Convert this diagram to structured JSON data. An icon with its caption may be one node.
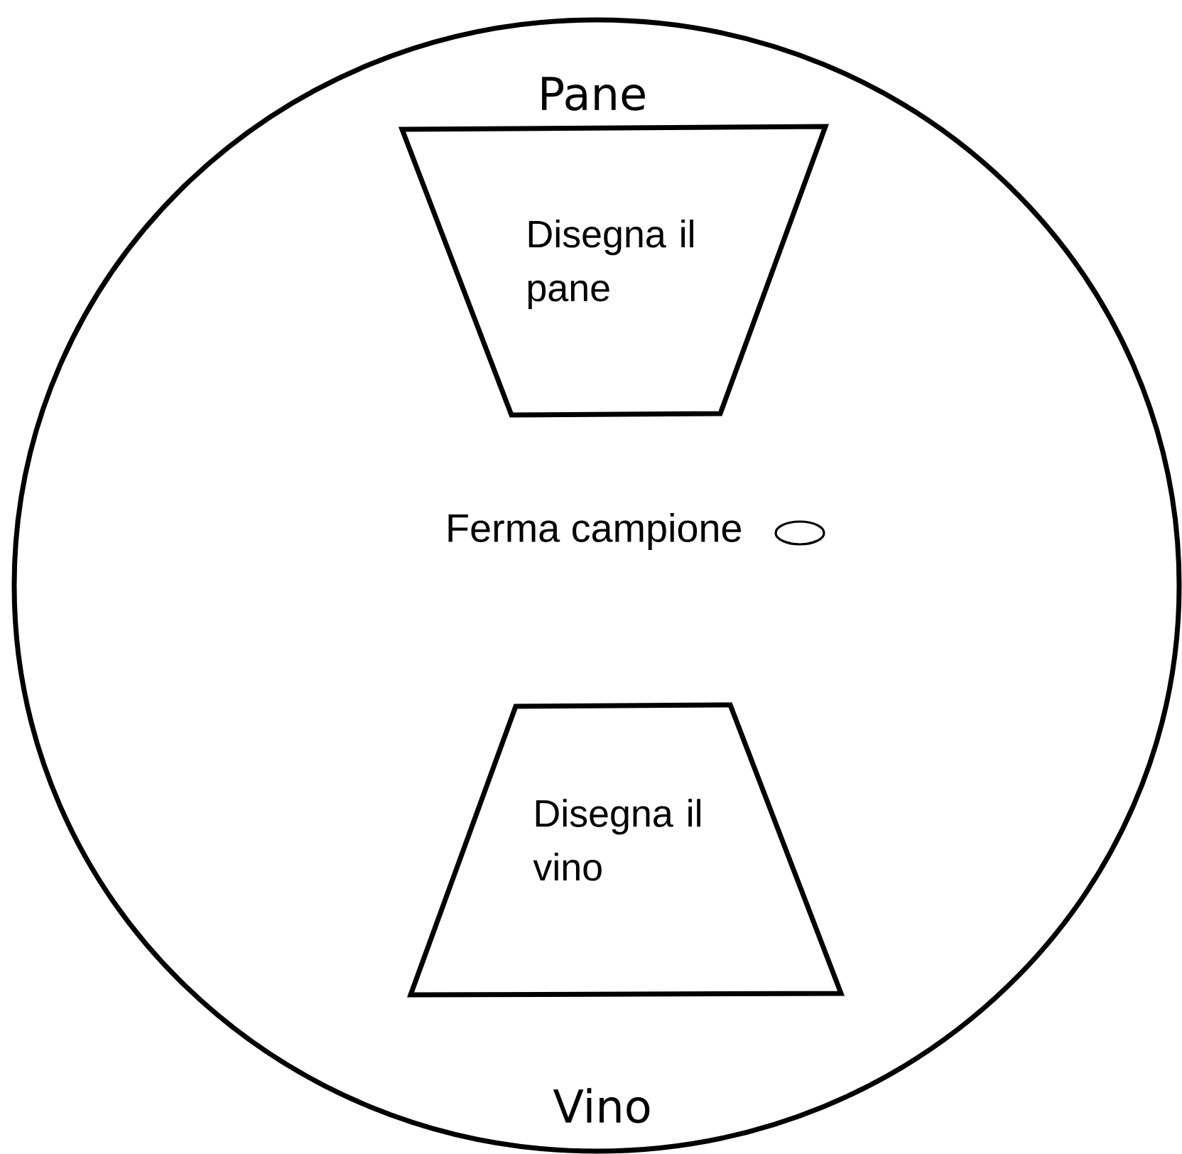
{
  "diagram": {
    "nodes": [
      {
        "text": [],
        "shape": "circle"
      },
      {
        "text": [
          "Pane",
          "Disegna il pane"
        ],
        "in": 0
      },
      {
        "text": [],
        "shape": "circle",
        "beside": [
          "Ferma campione"
        ],
        "in": 0
      },
      {
        "text": [
          "Disegna il vino",
          "Vino"
        ],
        "in": 0
      }
    ]
  }
}
